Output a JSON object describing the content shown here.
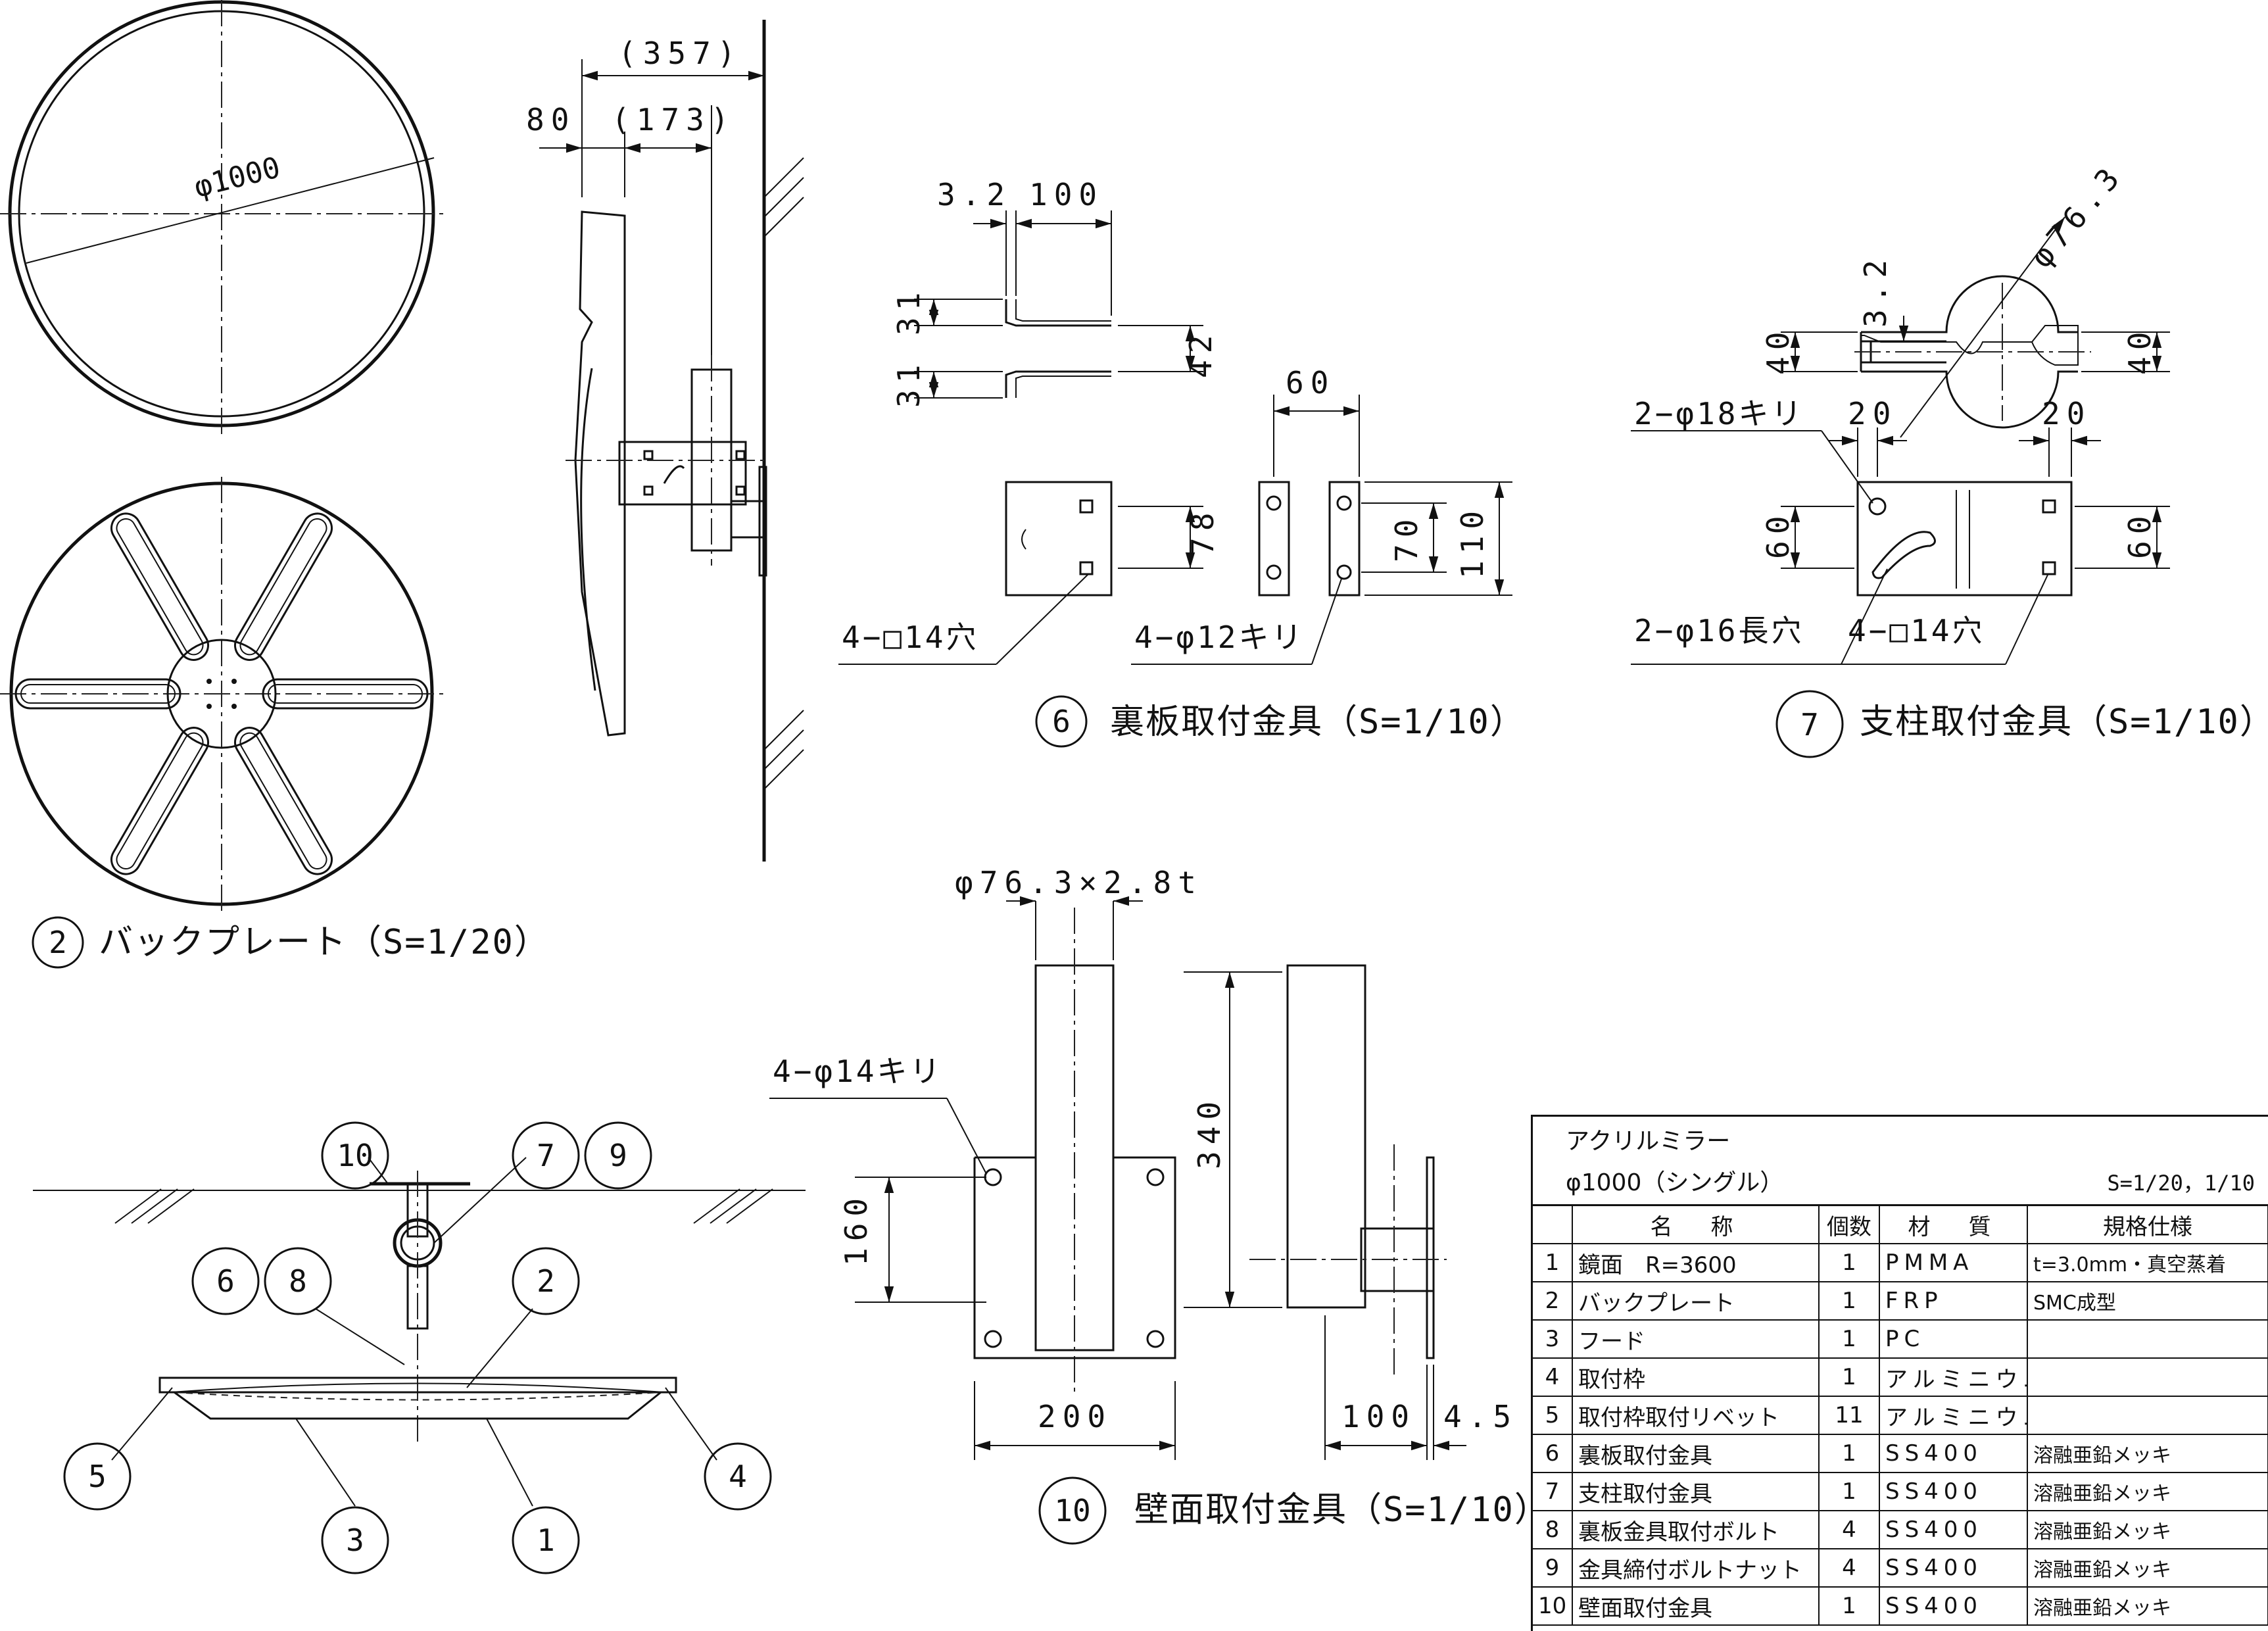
{
  "views": {
    "backplate": {
      "diameter_label": "φ1000",
      "number": "2",
      "title": "バックプレート（S=1/20）"
    },
    "side": {
      "dims": [
        "(357)",
        "80",
        "(173)"
      ]
    },
    "bracket6": {
      "number": "6",
      "title": "裏板取付金具（S=1/10）",
      "dims": [
        "3.2",
        "100",
        "31",
        "31",
        "42",
        "78",
        "60",
        "70",
        "110"
      ],
      "callouts": [
        "4−□14穴",
        "4−φ12キリ"
      ]
    },
    "bracket7": {
      "number": "7",
      "title": "支柱取付金具（S=1/10）",
      "dims": [
        "φ76.3",
        "3.2",
        "40",
        "40",
        "20",
        "20",
        "60",
        "60"
      ],
      "callouts": [
        "2−φ18キリ",
        "2−φ16長穴",
        "4−□14穴"
      ]
    },
    "wall10": {
      "number": "10",
      "title": "壁面取付金具（S=1/10）",
      "pipe": "φ76.3×2.8t",
      "dims": [
        "340",
        "160",
        "200",
        "100",
        "4.5"
      ],
      "callouts": [
        "4−φ14キリ"
      ]
    },
    "assembly": {
      "balloons": [
        "10",
        "7",
        "9",
        "6",
        "8",
        "2",
        "5",
        "3",
        "1",
        "4"
      ]
    }
  },
  "parts_table": {
    "title": "アクリルミラー",
    "subtitle": "φ1000（シングル）",
    "scale": "S=1/20，1/10",
    "headers": [
      "",
      "名　称",
      "個数",
      "材　質",
      "規格仕様"
    ],
    "rows": [
      {
        "no": "1",
        "name": "鏡面　R=3600",
        "qty": "1",
        "material": "PMMA",
        "spec": "t=3.0mm・真空蒸着"
      },
      {
        "no": "2",
        "name": "バックプレート",
        "qty": "1",
        "material": "FRP",
        "spec": "SMC成型"
      },
      {
        "no": "3",
        "name": "フード",
        "qty": "1",
        "material": "PC",
        "spec": ""
      },
      {
        "no": "4",
        "name": "取付枠",
        "qty": "1",
        "material": "アルミニウム",
        "spec": ""
      },
      {
        "no": "5",
        "name": "取付枠取付リベット",
        "qty": "11",
        "material": "アルミニウム",
        "spec": ""
      },
      {
        "no": "6",
        "name": "裏板取付金具",
        "qty": "1",
        "material": "SS400",
        "spec": "溶融亜鉛メッキ"
      },
      {
        "no": "7",
        "name": "支柱取付金具",
        "qty": "1",
        "material": "SS400",
        "spec": "溶融亜鉛メッキ"
      },
      {
        "no": "8",
        "name": "裏板金具取付ボルト",
        "qty": "4",
        "material": "SS400",
        "spec": "溶融亜鉛メッキ"
      },
      {
        "no": "9",
        "name": "金具締付ボルトナット",
        "qty": "4",
        "material": "SS400",
        "spec": "溶融亜鉛メッキ"
      },
      {
        "no": "10",
        "name": "壁面取付金具",
        "qty": "1",
        "material": "SS400",
        "spec": "溶融亜鉛メッキ"
      }
    ]
  }
}
